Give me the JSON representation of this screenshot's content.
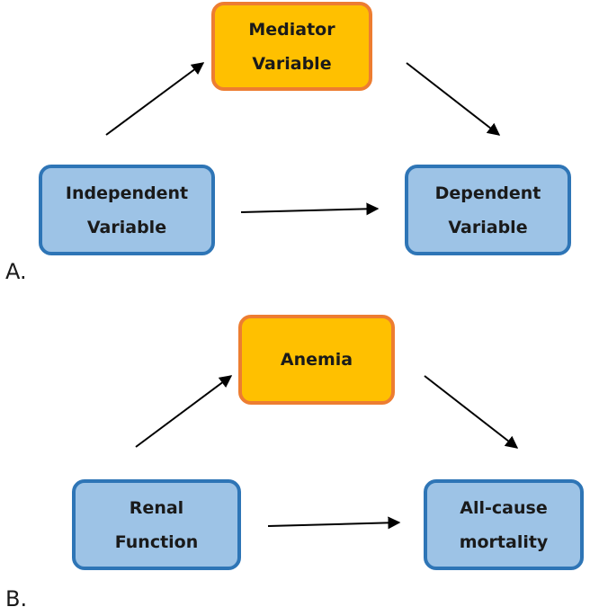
{
  "panel_a": {
    "label": "A.",
    "mediator": {
      "line1": "Mediator",
      "line2": "Variable"
    },
    "independent": {
      "line1": "Independent",
      "line2": "Variable"
    },
    "dependent": {
      "line1": "Dependent",
      "line2": "Variable"
    }
  },
  "panel_b": {
    "label": "B.",
    "mediator": {
      "line1": "Anemia"
    },
    "independent": {
      "line1": "Renal",
      "line2": "Function"
    },
    "dependent": {
      "line1": "All-cause",
      "line2": "mortality"
    }
  },
  "colors": {
    "variable_fill": "#9dc3e6",
    "variable_border": "#2e75b6",
    "mediator_fill": "#ffc000",
    "mediator_border": "#ed7d31",
    "arrow": "#000000"
  }
}
